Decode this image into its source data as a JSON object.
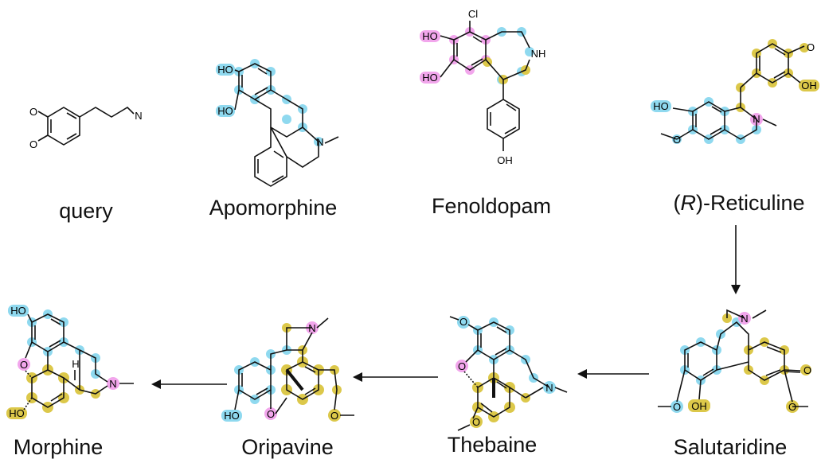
{
  "colors": {
    "blue": "#8fd9ef",
    "pink": "#f2a6ec",
    "yellow": "#dcc84a",
    "bond": "#111111"
  },
  "labels": {
    "query": "query",
    "apomorphine": "Apomorphine",
    "fenoldopam": "Fenoldopam",
    "reticuline_prefix": "(",
    "reticuline_r": "R",
    "reticuline_suffix": ")-Reticuline",
    "salutaridine": "Salutaridine",
    "thebaine": "Thebaine",
    "oripavine": "Oripavine",
    "morphine": "Morphine"
  },
  "atoms": {
    "o": "O",
    "n": "N",
    "ho": "HO",
    "oh": "OH",
    "nh": "NH",
    "cl": "Cl",
    "h": "H"
  }
}
